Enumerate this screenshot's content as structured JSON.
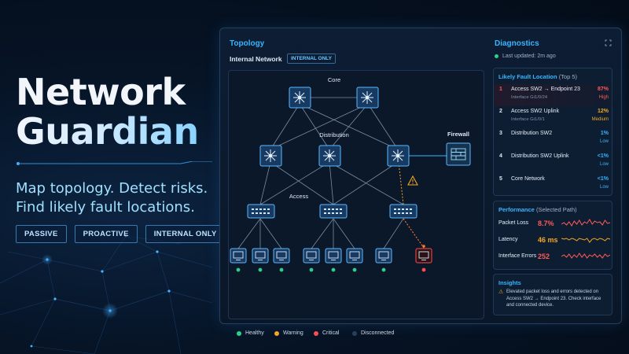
{
  "hero": {
    "title_line1": "Network",
    "title_line2": "Guardian",
    "tagline_line1": "Map topology. Detect risks.",
    "tagline_line2": "Find likely fault locations.",
    "badges": [
      "PASSIVE",
      "PROACTIVE",
      "INTERNAL ONLY"
    ]
  },
  "topology": {
    "title": "Topology",
    "network_label": "Internal Network",
    "scope_tag": "INTERNAL ONLY",
    "layers": {
      "core": "Core",
      "distribution": "Distribution",
      "access": "Access",
      "firewall": "Firewall"
    },
    "legend": [
      {
        "label": "Healthy",
        "color": "#2bd08a"
      },
      {
        "label": "Warning",
        "color": "#f5a623"
      },
      {
        "label": "Critical",
        "color": "#ff4b4b"
      },
      {
        "label": "Disconnected",
        "color": "#2a3f58"
      }
    ]
  },
  "diagnostics": {
    "title": "Diagnostics",
    "last_updated": "Last updated: 2m ago",
    "fault_card": {
      "title": "Likely Fault Location",
      "title_sub": "(Top 5)",
      "rows": [
        {
          "rank": "1",
          "name": "Access SW2 → Endpoint 23",
          "iface": "Interface Gi1/0/24",
          "pct": "87%",
          "severity": "High",
          "color": "#ff5a5a"
        },
        {
          "rank": "2",
          "name": "Access SW2 Uplink",
          "iface": "Interface Gi1/0/1",
          "pct": "12%",
          "severity": "Medium",
          "color": "#f5a623"
        },
        {
          "rank": "3",
          "name": "Distribution SW2",
          "iface": "",
          "pct": "1%",
          "severity": "Low",
          "color": "#39b4ff"
        },
        {
          "rank": "4",
          "name": "Distribution SW2 Uplink",
          "iface": "",
          "pct": "<1%",
          "severity": "Low",
          "color": "#39b4ff"
        },
        {
          "rank": "5",
          "name": "Core Network",
          "iface": "",
          "pct": "<1%",
          "severity": "Low",
          "color": "#39b4ff"
        }
      ]
    },
    "performance": {
      "title": "Performance",
      "title_sub": "(Selected Path)",
      "metrics": [
        {
          "label": "Packet Loss",
          "value": "8.7%",
          "color": "#ff5a5a"
        },
        {
          "label": "Latency",
          "value": "46 ms",
          "color": "#f5a623"
        },
        {
          "label": "Interface Errors",
          "value": "252",
          "color": "#ff5a5a"
        }
      ]
    },
    "insights": {
      "title": "Insights",
      "text": "Elevated packet loss and errors detected on Access SW2 → Endpoint 23. Check interface and connected device."
    }
  },
  "icons": {
    "warning": "warning-triangle-icon",
    "expand": "expand-icon",
    "switch": "switch-icon",
    "router": "router-icon",
    "firewall": "firewall-icon",
    "endpoint": "monitor-icon"
  }
}
